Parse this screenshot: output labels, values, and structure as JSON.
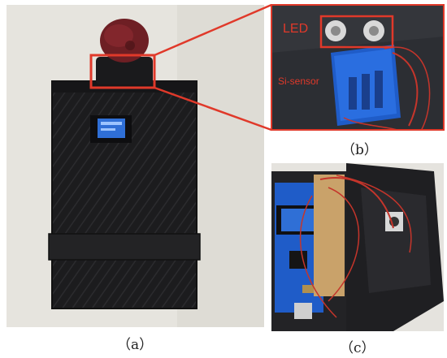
{
  "captions": {
    "a": "（a）",
    "b": "（b）",
    "c": "（c）"
  },
  "annotations": {
    "led": "LED",
    "si_sensor": "Si-sensor"
  },
  "colors": {
    "annotation_red": "#e0392a",
    "device_black": "#1b1b1d",
    "oled_blue": "#2f6fd6",
    "board_blue": "#1f5cc8",
    "wire_red": "#c5352b"
  }
}
